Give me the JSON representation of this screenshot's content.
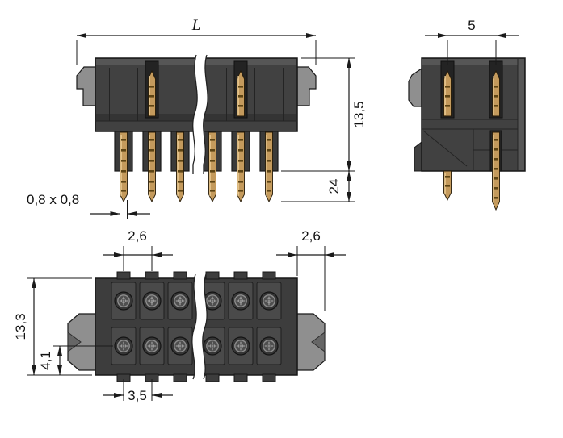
{
  "colors": {
    "background": "#ffffff",
    "body_dark": "#414141",
    "body_tooth": "#3a3a3a",
    "body_mid": "#575757",
    "latch_gray": "#8f8f8f",
    "pin_gold": "#c49a5c",
    "pin_mark": "#5d4414",
    "dimension_line": "#1a1a1a"
  },
  "front_view": {
    "dim_length": "L",
    "dim_height": "13,5",
    "dim_pin_length": "24",
    "dim_pin_cross_section": "0,8 x 0,8"
  },
  "side_view": {
    "dim_row_pitch": "5"
  },
  "bottom_view": {
    "dim_pitch_left": "2,6",
    "dim_pitch_right": "2,6",
    "dim_depth": "13,3",
    "dim_row_offset": "4,1",
    "dim_edge_offset": "3,5"
  }
}
